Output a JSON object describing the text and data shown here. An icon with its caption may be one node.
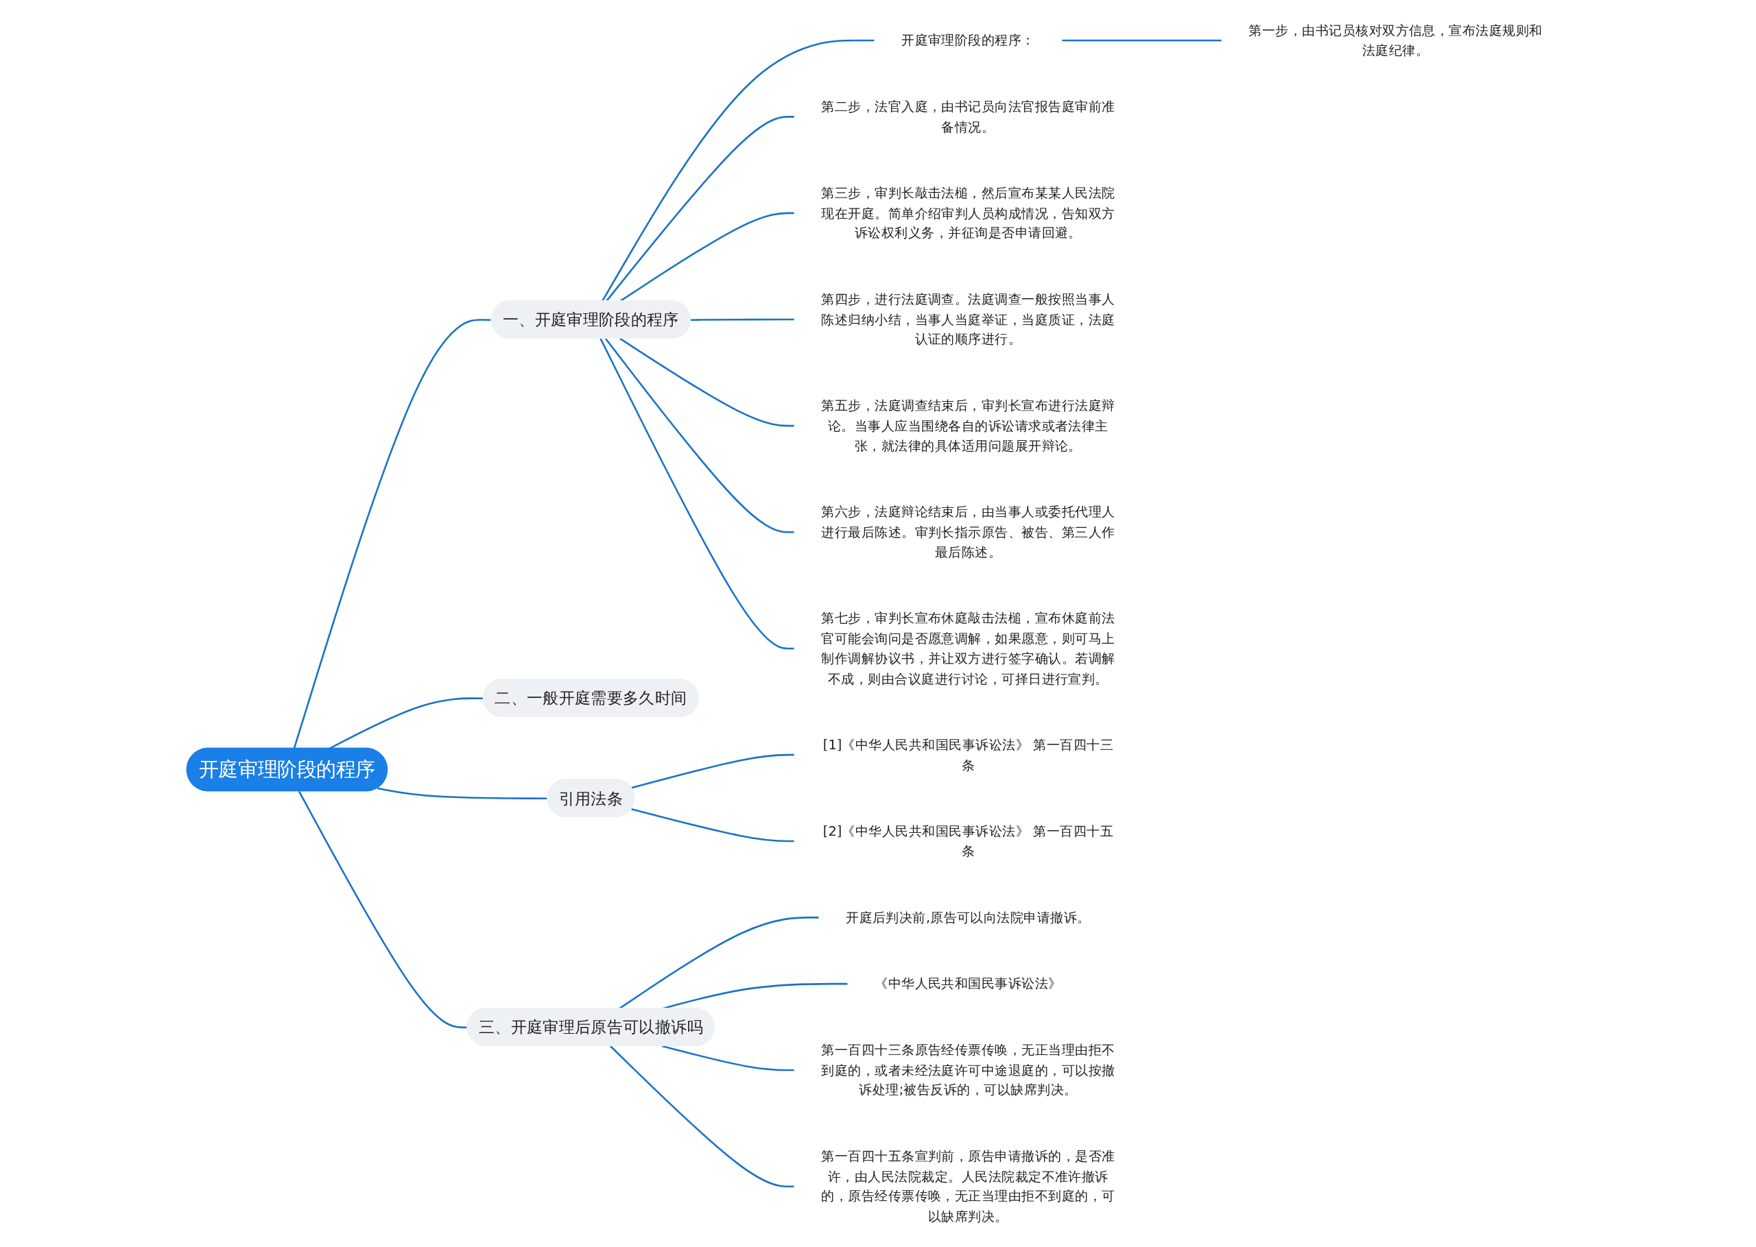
{
  "diagram": {
    "nodes": [
      {
        "text": [
          "开庭审理阶段的程序"
        ]
      },
      {
        "text": [
          "一、开庭审理阶段的程序"
        ]
      },
      {
        "text": [
          "开庭审理阶段的程序："
        ]
      },
      {
        "text": [
          "第一步，由书记员核对双方信息，宣布法庭规则和法庭纪律。"
        ]
      },
      {
        "text": [
          "第二步，法官入庭，由书记员向法官报告庭审前准备情况。"
        ]
      },
      {
        "text": [
          "第三步，审判长敲击法槌，然后宣布某某人民法院现在开庭。简单介绍审判人员构成情况，告知双方诉讼权利义务，并征询是否申请回避。"
        ]
      },
      {
        "text": [
          "第四步，进行法庭调查。法庭调查一般按照当事人陈述归纳小结，当事人当庭举证，当庭质证，法庭认证的顺序进行。"
        ]
      },
      {
        "text": [
          "第五步，法庭调查结束后，审判长宣布进行法庭辩论。当事人应当围绕各自的诉讼请求或者法律主张，就法律的具体适用问题展开辩论。"
        ]
      },
      {
        "text": [
          "第六步，法庭辩论结束后，由当事人或委托代理人进行最后陈述。审判长指示原告、被告、第三人作最后陈述。"
        ]
      },
      {
        "text": [
          "第七步，审判长宣布休庭敲击法槌，宣布休庭前法官可能会询问是否愿意调解，如果愿意，则可马上制作调解协议书，并让双方进行签字确认。若调解不成，则由合议庭进行讨论，可择日进行宣判。"
        ]
      },
      {
        "text": [
          "二、一般开庭需要多久时间"
        ]
      },
      {
        "text": [
          "引用法条"
        ]
      },
      {
        "text": [
          "[1]《中华人民共和国民事诉讼法》 第一百四十三条"
        ]
      },
      {
        "text": [
          "[2]《中华人民共和国民事诉讼法》 第一百四十五条"
        ]
      },
      {
        "text": [
          "三、开庭审理后原告可以撤诉吗"
        ]
      },
      {
        "text": [
          "开庭后判决前,原告可以向法院申请撤诉。"
        ]
      },
      {
        "text": [
          "《中华人民共和国民事诉讼法》"
        ]
      },
      {
        "text": [
          "第一百四十三条原告经传票传唤，无正当理由拒不到庭的，或者未经法庭许可中途退庭的，可以按撤诉处理;被告反诉的，可以缺席判决。"
        ]
      },
      {
        "text": [
          "第一百四十五条宣判前，原告申请撤诉的，是否准许，由人民法院裁定。人民法院裁定不准许撤诉的，原告经传票传唤，无正当理由拒不到庭的，可以缺席判决。"
        ]
      }
    ],
    "edges": [
      {
        "from": 0,
        "to": 1,
        "arrow": "none"
      },
      {
        "from": 1,
        "to": 2,
        "arrow": "none"
      },
      {
        "from": 2,
        "to": 3,
        "arrow": "none"
      },
      {
        "from": 1,
        "to": 4,
        "arrow": "none"
      },
      {
        "from": 1,
        "to": 5,
        "arrow": "none"
      },
      {
        "from": 1,
        "to": 6,
        "arrow": "none"
      },
      {
        "from": 1,
        "to": 7,
        "arrow": "none"
      },
      {
        "from": 1,
        "to": 8,
        "arrow": "none"
      },
      {
        "from": 1,
        "to": 9,
        "arrow": "none"
      },
      {
        "from": 0,
        "to": 10,
        "arrow": "none"
      },
      {
        "from": 0,
        "to": 11,
        "arrow": "none"
      },
      {
        "from": 11,
        "to": 12,
        "arrow": "none"
      },
      {
        "from": 11,
        "to": 13,
        "arrow": "none"
      },
      {
        "from": 0,
        "to": 14,
        "arrow": "none"
      },
      {
        "from": 14,
        "to": 15,
        "arrow": "none"
      },
      {
        "from": 14,
        "to": 16,
        "arrow": "none"
      },
      {
        "from": 14,
        "to": 17,
        "arrow": "none"
      },
      {
        "from": 14,
        "to": 18,
        "arrow": "none"
      }
    ]
  }
}
